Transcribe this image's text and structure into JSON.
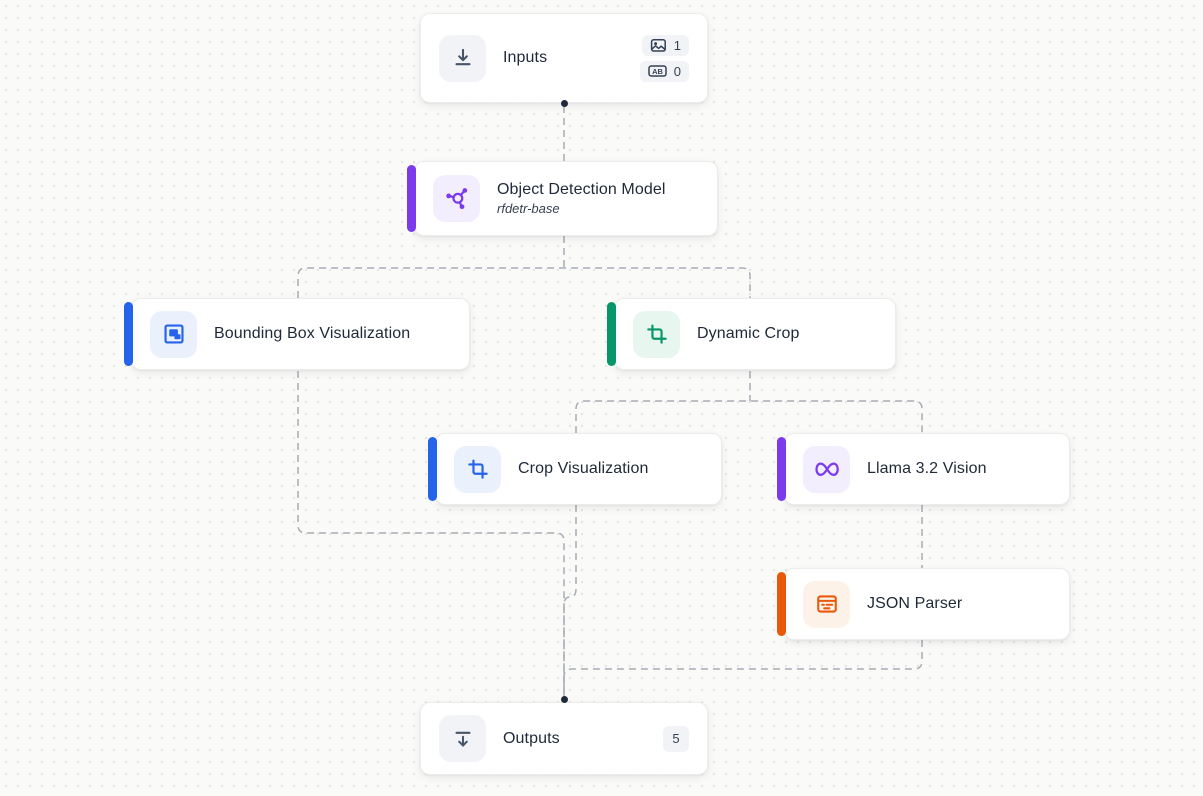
{
  "nodes": {
    "inputs": {
      "title": "Inputs",
      "badges": [
        {
          "icon": "image-input-icon",
          "count": "1"
        },
        {
          "icon": "text-input-icon",
          "ab_label": "AB",
          "count": "0"
        }
      ]
    },
    "object_detection_model": {
      "title": "Object Detection Model",
      "subtitle": "rfdetr-base"
    },
    "bounding_box_visualization": {
      "title": "Bounding Box Visualization"
    },
    "dynamic_crop": {
      "title": "Dynamic Crop"
    },
    "crop_visualization": {
      "title": "Crop Visualization"
    },
    "llama_vision": {
      "title": "Llama 3.2 Vision"
    },
    "json_parser": {
      "title": "JSON Parser"
    },
    "outputs": {
      "title": "Outputs",
      "count": "5"
    }
  },
  "colors": {
    "accent_purple": "#7C3AED",
    "accent_blue": "#2563EB",
    "accent_green": "#059669",
    "accent_orange": "#EA580C",
    "connector_gray": "#A8ADB5",
    "canvas_background": "#FAFAF8"
  }
}
